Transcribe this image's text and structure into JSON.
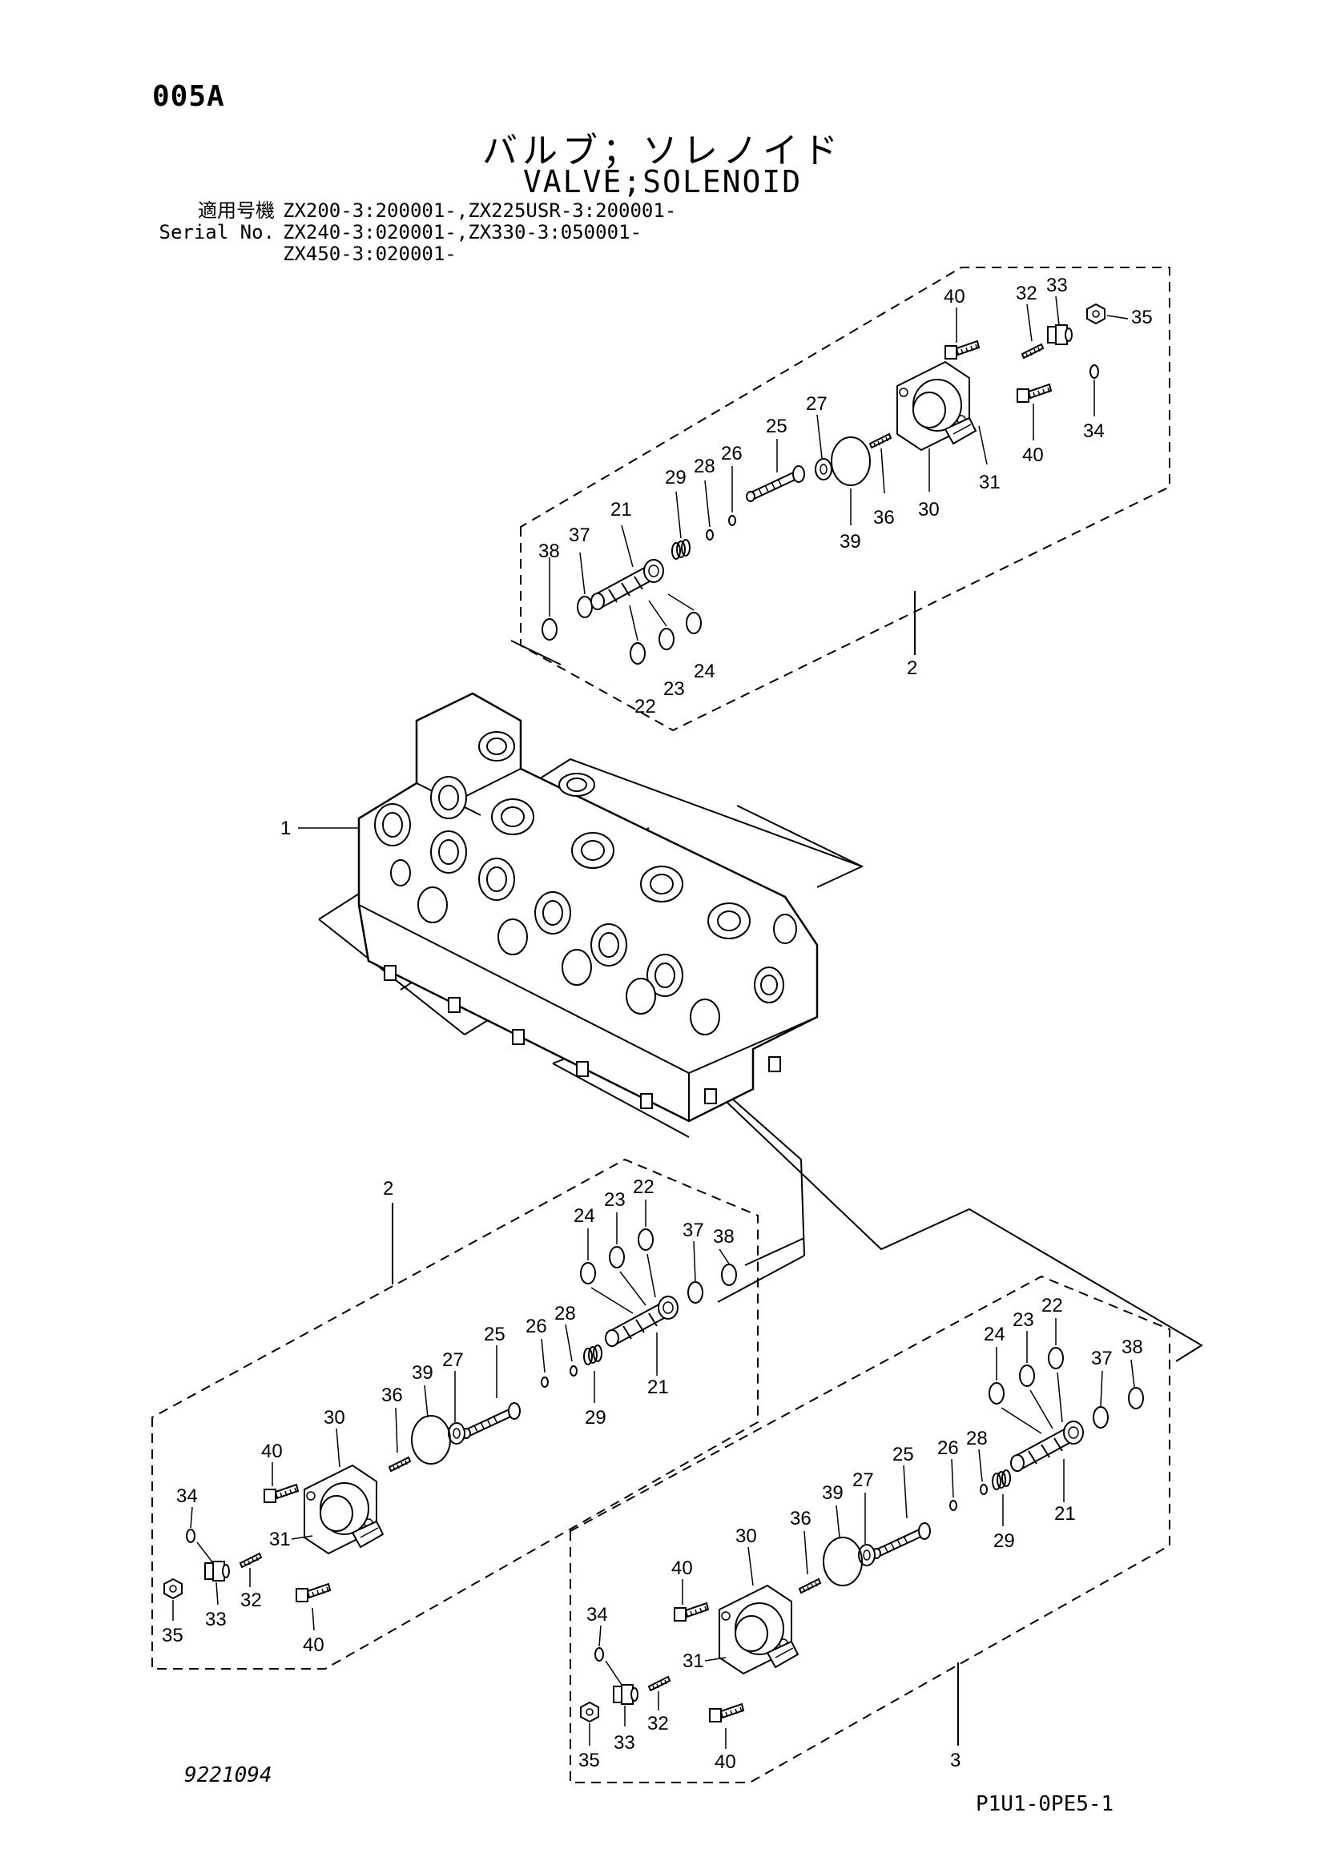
{
  "page_id": "005A",
  "title_jp": "バルブ；ソレノイド",
  "title_en": "VALVE;SOLENOID",
  "serial": {
    "label_jp": "適用号機",
    "label_en": "Serial No.",
    "lines": [
      "ZX200-3:200001-,ZX225USR-3:200001-",
      "ZX240-3:020001-,ZX330-3:050001-",
      "ZX450-3:020001-"
    ]
  },
  "callouts": {
    "c1": "1",
    "c2a": "2",
    "c2b": "2",
    "c3": "3",
    "upper": {
      "n21": "21",
      "n22": "22",
      "n23": "23",
      "n24": "24",
      "n25": "25",
      "n26": "26",
      "n27": "27",
      "n28": "28",
      "n29": "29",
      "n30": "30",
      "n31": "31",
      "n32": "32",
      "n33": "33",
      "n34": "34",
      "n35": "35",
      "n36": "36",
      "n37": "37",
      "n38": "38",
      "n39": "39",
      "n40a": "40",
      "n40b": "40"
    },
    "left": {
      "n21": "21",
      "n22": "22",
      "n23": "23",
      "n24": "24",
      "n25": "25",
      "n26": "26",
      "n27": "27",
      "n28": "28",
      "n29": "29",
      "n30": "30",
      "n31": "31",
      "n32": "32",
      "n33": "33",
      "n34": "34",
      "n35": "35",
      "n36": "36",
      "n37": "37",
      "n38": "38",
      "n39": "39",
      "n40a": "40",
      "n40b": "40"
    },
    "right": {
      "n21": "21",
      "n22": "22",
      "n23": "23",
      "n24": "24",
      "n25": "25",
      "n26": "26",
      "n27": "27",
      "n28": "28",
      "n29": "29",
      "n30": "30",
      "n31": "31",
      "n32": "32",
      "n33": "33",
      "n34": "34",
      "n35": "35",
      "n36": "36",
      "n37": "37",
      "n38": "38",
      "n39": "39",
      "n40a": "40",
      "n40b": "40"
    }
  },
  "drawing_no": "9221094",
  "ref_code": "P1U1-0PE5-1"
}
